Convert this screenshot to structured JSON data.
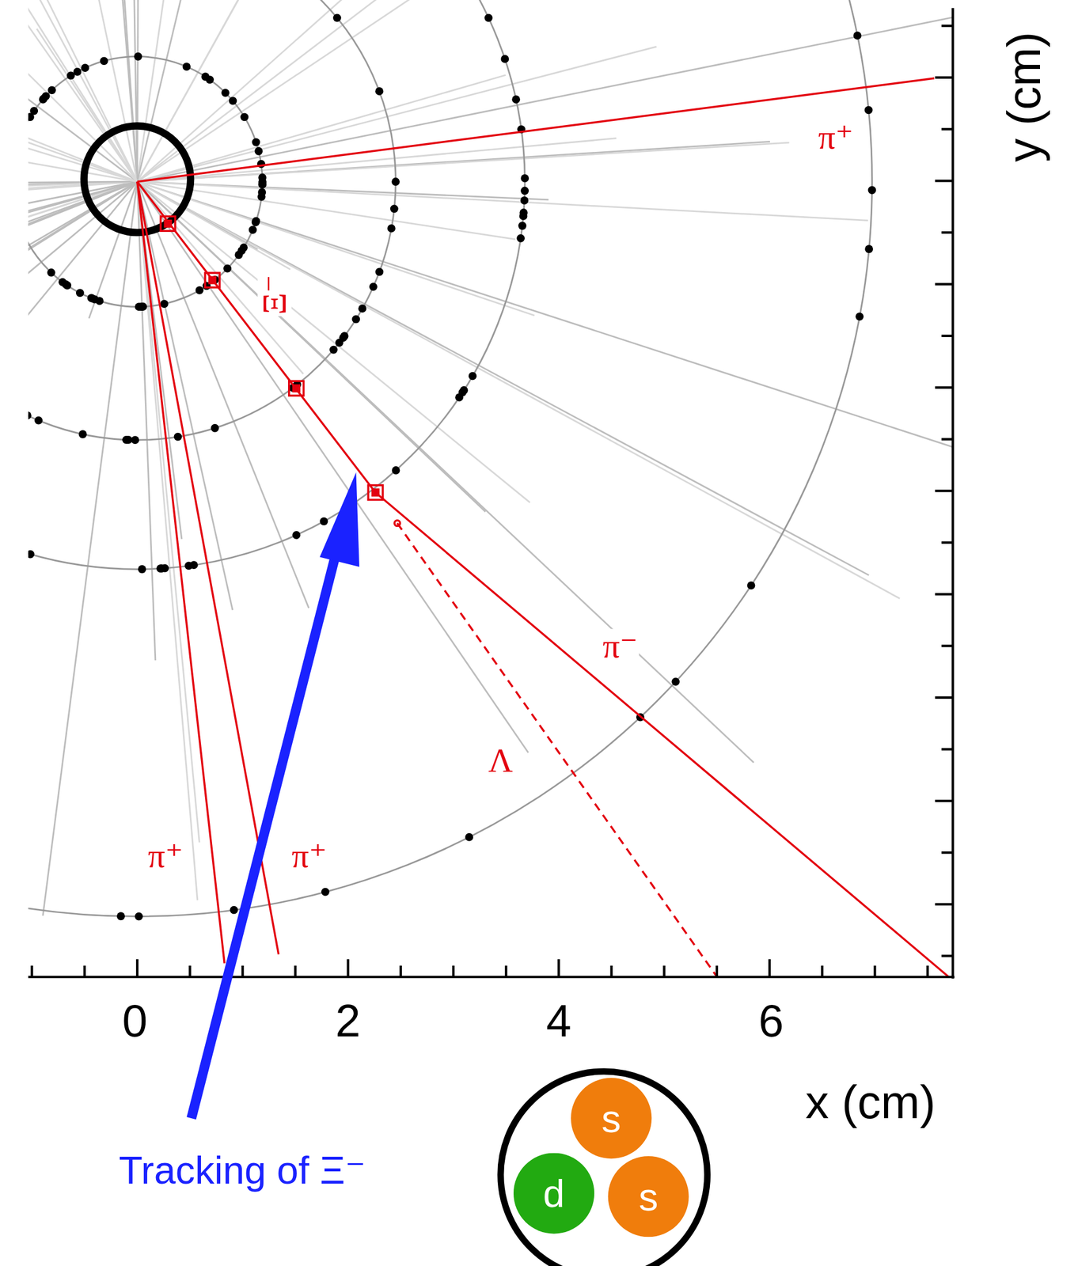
{
  "diagram": {
    "nodes": [
      {
        "text": [
          "s"
        ]
      },
      {
        "text": [
          "d"
        ]
      },
      {
        "text": [
          "s"
        ]
      }
    ],
    "labels": [
      "π⁺",
      "Ξ⁻",
      "π⁻",
      "Λ",
      "π⁺",
      "π⁺",
      "0",
      "2",
      "4",
      "6",
      "x (cm)",
      "y (cm)",
      "Tracking of Ξ⁻"
    ]
  }
}
